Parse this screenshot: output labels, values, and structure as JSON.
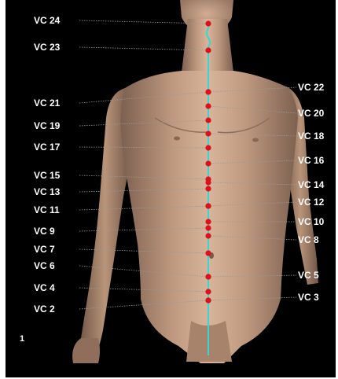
{
  "figure_number": "1",
  "colors": {
    "point": "#e0101a",
    "meridian": "#35d6d6",
    "skin": "#c9a486",
    "background": "#000000",
    "label": "#ffffff"
  },
  "points_left": [
    {
      "label": "VC 24",
      "code": "vc24"
    },
    {
      "label": "VC 23",
      "code": "vc23"
    },
    {
      "label": "VC 21",
      "code": "vc21"
    },
    {
      "label": "VC 19",
      "code": "vc19"
    },
    {
      "label": "VC 17",
      "code": "vc17"
    },
    {
      "label": "VC 15",
      "code": "vc15"
    },
    {
      "label": "VC 13",
      "code": "vc13"
    },
    {
      "label": "VC 11",
      "code": "vc11"
    },
    {
      "label": "VC 9",
      "code": "vc9"
    },
    {
      "label": "VC 7",
      "code": "vc7"
    },
    {
      "label": "VC 6",
      "code": "vc6"
    },
    {
      "label": "VC 4",
      "code": "vc4"
    },
    {
      "label": "VC 2",
      "code": "vc2"
    }
  ],
  "points_right": [
    {
      "label": "VC 22",
      "code": "vc22"
    },
    {
      "label": "VC 20",
      "code": "vc20"
    },
    {
      "label": "VC 18",
      "code": "vc18"
    },
    {
      "label": "VC 16",
      "code": "vc16"
    },
    {
      "label": "VC 14",
      "code": "vc14"
    },
    {
      "label": "VC 12",
      "code": "vc12"
    },
    {
      "label": "VC 10",
      "code": "vc10"
    },
    {
      "label": "VC 8",
      "code": "vc8"
    },
    {
      "label": "VC 5",
      "code": "vc5"
    },
    {
      "label": "VC 3",
      "code": "vc3"
    }
  ]
}
